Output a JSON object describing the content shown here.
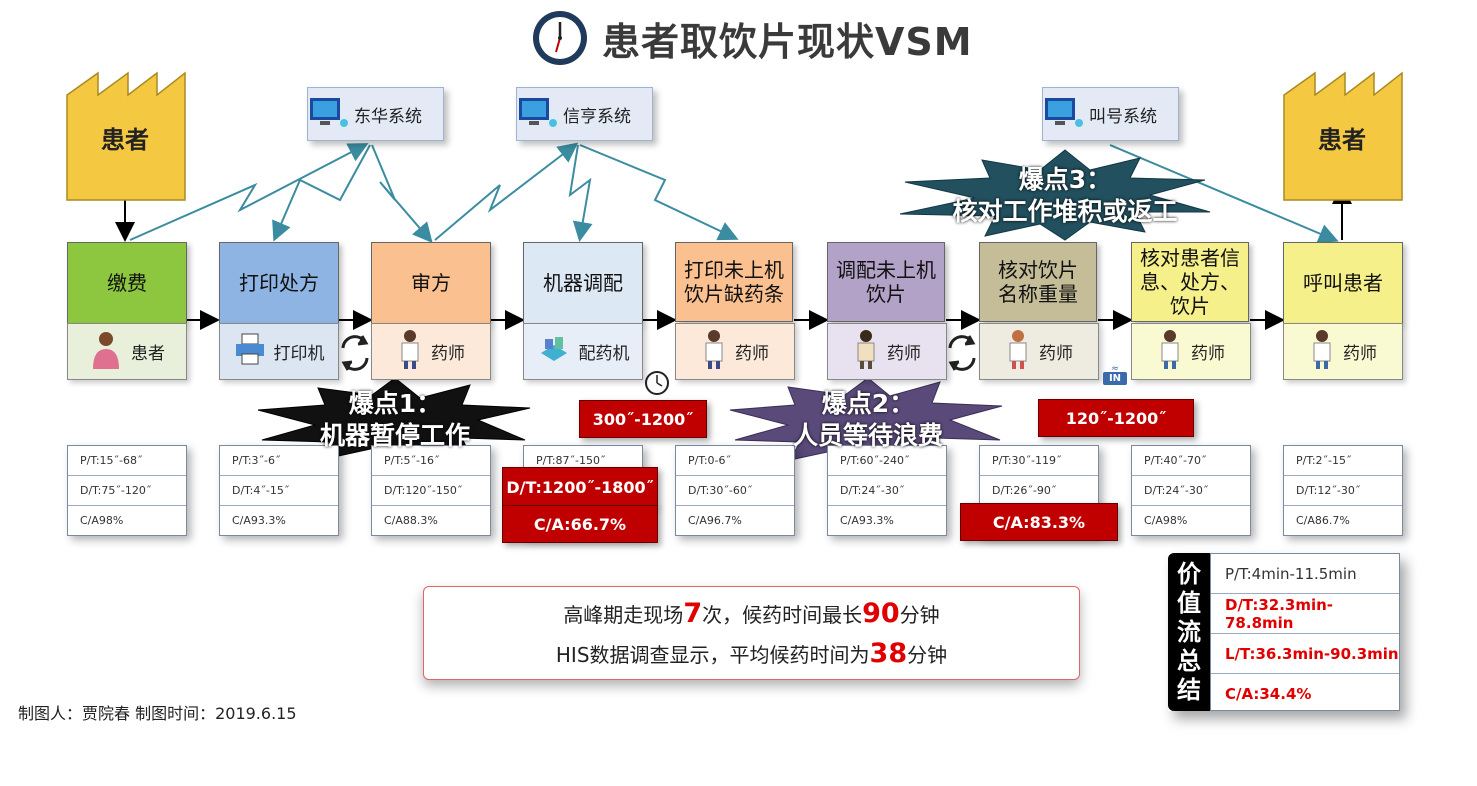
{
  "title": "患者取饮片现状VSM",
  "supplier": "患者",
  "customer": "患者",
  "systems": [
    {
      "label": "东华系统"
    },
    {
      "label": "信亨系统"
    },
    {
      "label": "叫号系统"
    }
  ],
  "processes": [
    {
      "name": "缴费",
      "color": "#8dc63f",
      "operator": "患者",
      "pt": "P/T:15˝-68˝",
      "dt": "D/T:75˝-120˝",
      "ca": "C/A98%"
    },
    {
      "name": "打印处方",
      "color": "#8eb4e3",
      "operator": "打印机",
      "pt": "P/T:3˝-6˝",
      "dt": "D/T:4˝-15˝",
      "ca": "C/A93.3%"
    },
    {
      "name": "审方",
      "color": "#fac090",
      "operator": "药师",
      "pt": "P/T:5˝-16˝",
      "dt": "D/T:120˝-150˝",
      "ca": "C/A88.3%"
    },
    {
      "name": "机器调配",
      "color": "#dde8f5",
      "operator": "配药机",
      "pt": "P/T:87˝-150˝",
      "dt": "",
      "ca": ""
    },
    {
      "name": "打印未上机饮片缺药条",
      "color": "#fac090",
      "operator": "药师",
      "pt": "P/T:0-6˝",
      "dt": "D/T:30˝-60˝",
      "ca": "C/A96.7%"
    },
    {
      "name": "调配未上机饮片",
      "color": "#b3a2c7",
      "operator": "药师",
      "pt": "P/T:60˝-240˝",
      "dt": "D/T:24˝-30˝",
      "ca": "C/A93.3%"
    },
    {
      "name": "核对饮片名称重量",
      "color": "#c4bd97",
      "operator": "药师",
      "pt": "P/T:30˝-119˝",
      "dt": "D/T:26˝-90˝",
      "ca": ""
    },
    {
      "name": "核对患者信息、处方、饮片",
      "color": "#f6f08a",
      "operator": "药师",
      "pt": "P/T:40˝-70˝",
      "dt": "D/T:24˝-30˝",
      "ca": "C/A98%"
    },
    {
      "name": "呼叫患者",
      "color": "#f6f08a",
      "operator": "药师",
      "pt": "P/T:2˝-15˝",
      "dt": "D/T:12˝-30˝",
      "ca": "C/A86.7%"
    }
  ],
  "highlights": {
    "machine_dt": "D/T:1200˝-1800˝",
    "machine_ca": "C/A:66.7%",
    "check_ca": "C/A:83.3%",
    "wait1": "300˝-1200˝",
    "wait2": "120˝-1200˝",
    "in_label": "IN"
  },
  "bursts": [
    {
      "line1": "爆点1：",
      "line2": "机器暂停工作"
    },
    {
      "line1": "爆点2：",
      "line2": "人员等待浪费"
    },
    {
      "line1": "爆点3：",
      "line2": "核对工作堆积或返工"
    }
  ],
  "note": {
    "l1a": "高峰期走现场",
    "l1n1": "7",
    "l1b": "次，候药时间最长",
    "l1n2": "90",
    "l1c": "分钟",
    "l2a": "HIS数据调查显示，平均候药时间为",
    "l2n": "38",
    "l2b": "分钟"
  },
  "maker": "制图人：贾院春   制图时间：2019.6.15",
  "summary": {
    "title_chars": [
      "价",
      "值",
      "流",
      "总",
      "结"
    ],
    "pt": "P/T:4min-11.5min",
    "dt": "D/T:32.3min-78.8min",
    "lt": "L/T:36.3min-90.3min",
    "ca": "C/A:34.4%"
  },
  "colors": {
    "highlight_red": "#c00000",
    "arrow_teal": "#3b8ca0"
  }
}
